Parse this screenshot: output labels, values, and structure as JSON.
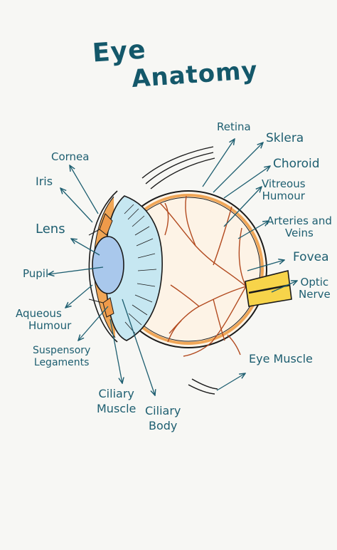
{
  "title": {
    "line1": "Eye",
    "line2": "Anatomy"
  },
  "labels": {
    "retina": "Retina",
    "sklera": "Sklera",
    "choroid": "Choroid",
    "vitreous_humour": "Vitreous Humour",
    "arteries_and_veins": "Arteries and Veins",
    "fovea": "Fovea",
    "optic_nerve": "Optic Nerve",
    "eye_muscle": "Eye Muscle",
    "cornea": "Cornea",
    "iris": "Iris",
    "lens": "Lens",
    "pupil": "Pupil",
    "aqueous_humour": "Aqueous Humour",
    "suspensory_ligaments": "Suspensory Legaments",
    "ciliary_muscle": "Ciliary Muscle",
    "ciliary_body": "Ciliary Body"
  },
  "label_lines": {
    "vitreous": [
      "Vitreous",
      "Humour"
    ],
    "arteries": [
      "Arteries and",
      "Veins"
    ],
    "optic": [
      "Optic",
      "Nerve"
    ],
    "aqueous": [
      "Aqueous",
      "Humour"
    ],
    "suspensory": [
      "Suspensory",
      "Legaments"
    ],
    "ciliary_muscle": [
      "Ciliary",
      "Muscle"
    ],
    "ciliary_body": [
      "Ciliary",
      "Body"
    ]
  },
  "colors": {
    "background": "#f7f7f4",
    "title": "#14586a",
    "label": "#1d5e70",
    "arrow": "#1d5e70",
    "outline": "#1a1a1a",
    "sclera": "#fdf3e6",
    "choroid": "#f0a657",
    "lens_blue": "#a9c8ec",
    "ciliary_blue": "#c6e7f1",
    "iris_orange": "#ef9a4a",
    "vessel": "#b24a1f",
    "optic_yellow": "#f7d44a",
    "moon_icon": "#4d7fa0"
  },
  "icons": {
    "moon": "crescent-moon-icon"
  }
}
